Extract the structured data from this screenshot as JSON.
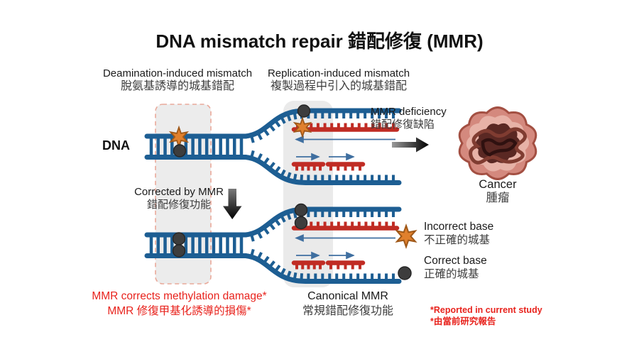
{
  "title": "DNA mismatch repair 錯配修復 (MMR)",
  "labels": {
    "dna": "DNA",
    "deamination_en": "Deamination-induced mismatch",
    "deamination_zh": "脫氨基誘導的城基錯配",
    "replication_en": "Replication-induced mismatch",
    "replication_zh": "複製過程中引入的城基錯配",
    "deficiency_en": "MMR deficiency",
    "deficiency_zh": "錯配修復缺陷",
    "cancer_en": "Cancer",
    "cancer_zh": "腫瘤",
    "corrected_en": "Corrected by MMR",
    "corrected_zh": "錯配修復功能",
    "methylation_en": "MMR corrects methylation damage*",
    "methylation_zh": "MMR 修復甲基化誘導的損傷*",
    "canonical_en": "Canonical MMR",
    "canonical_zh": "常規錯配修復功能"
  },
  "legend": {
    "incorrect_en": "Incorrect base",
    "incorrect_zh": "不正確的城基",
    "incorrect_icon": "star-icon",
    "correct_en": "Correct base",
    "correct_zh": "正確的城基",
    "correct_icon": "dot-icon"
  },
  "footnote": {
    "line1": "*Reported in current study",
    "line2": "*由當前研究報告"
  },
  "icons": {
    "deficiency_arrow": "right-arrow",
    "corrected_arrow": "down-arrow"
  },
  "colors": {
    "dna_blue": "#1d5e93",
    "new_strand_red": "#c02c24",
    "incorrect_base_orange": "#e0802d",
    "correct_base_gray": "#3d3d3d",
    "emphasis_red": "#e8231d",
    "band_gray": "#ececec",
    "band_dashed_border": "#e9a99a",
    "tumor_outer": "#d4897e",
    "tumor_core": "#5a2823"
  }
}
